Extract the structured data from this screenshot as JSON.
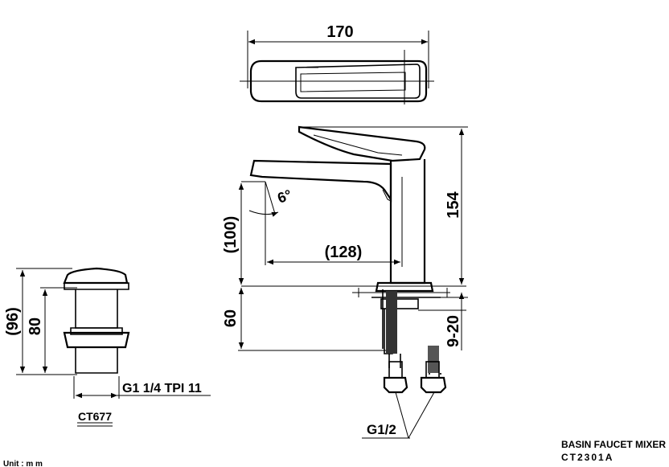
{
  "drawing": {
    "dimensions": {
      "top_width": "170",
      "overall_height": "154",
      "spout_height": "(100)",
      "spout_reach": "(128)",
      "angle": "6°",
      "base_height": "60",
      "deck_thickness": "9-20",
      "waste_overall": "(96)",
      "waste_body": "80",
      "waste_thread": "G1 1/4 TPI 11",
      "inlet_thread": "G1/2"
    },
    "waste_model": "CT677",
    "title": "BASIN FAUCET MIXER",
    "model": "CT2301A",
    "unit": "Unit : m m"
  }
}
